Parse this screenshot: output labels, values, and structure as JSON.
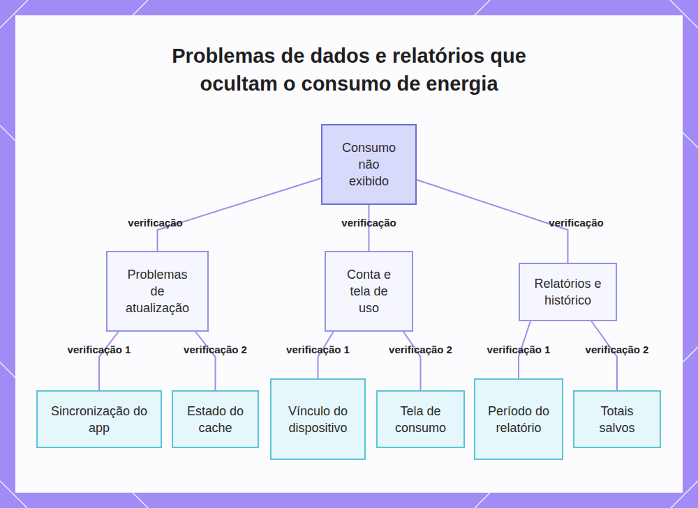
{
  "diagram": {
    "title": "Problemas de dados e relatórios que ocultam o consumo de energia",
    "nodes": [
      {
        "text": [
          "Consumo não exibido"
        ]
      },
      {
        "text": [
          "Problemas de atualização"
        ]
      },
      {
        "text": [
          "Conta e tela de uso"
        ]
      },
      {
        "text": [
          "Relatórios e histórico"
        ]
      },
      {
        "text": [
          "Sincronização do app"
        ]
      },
      {
        "text": [
          "Estado do cache"
        ]
      },
      {
        "text": [
          "Vínculo do dispositivo"
        ]
      },
      {
        "text": [
          "Tela de consumo"
        ]
      },
      {
        "text": [
          "Período do relatório"
        ]
      },
      {
        "text": [
          "Totais salvos"
        ]
      }
    ],
    "edges": [
      {
        "from": 0,
        "to": 1,
        "arrow": "none",
        "label": "verificação"
      },
      {
        "from": 0,
        "to": 2,
        "arrow": "none",
        "label": "verificação"
      },
      {
        "from": 0,
        "to": 3,
        "arrow": "none",
        "label": "verificação"
      },
      {
        "from": 1,
        "to": 4,
        "arrow": "none",
        "label": "verificação 1"
      },
      {
        "from": 1,
        "to": 5,
        "arrow": "none",
        "label": "verificação 2"
      },
      {
        "from": 2,
        "to": 6,
        "arrow": "none",
        "label": "verificação 1"
      },
      {
        "from": 2,
        "to": 7,
        "arrow": "none",
        "label": "verificação 2"
      },
      {
        "from": 3,
        "to": 8,
        "arrow": "none",
        "label": "verificação 1"
      },
      {
        "from": 3,
        "to": 9,
        "arrow": "none",
        "label": "verificação 2"
      }
    ]
  }
}
